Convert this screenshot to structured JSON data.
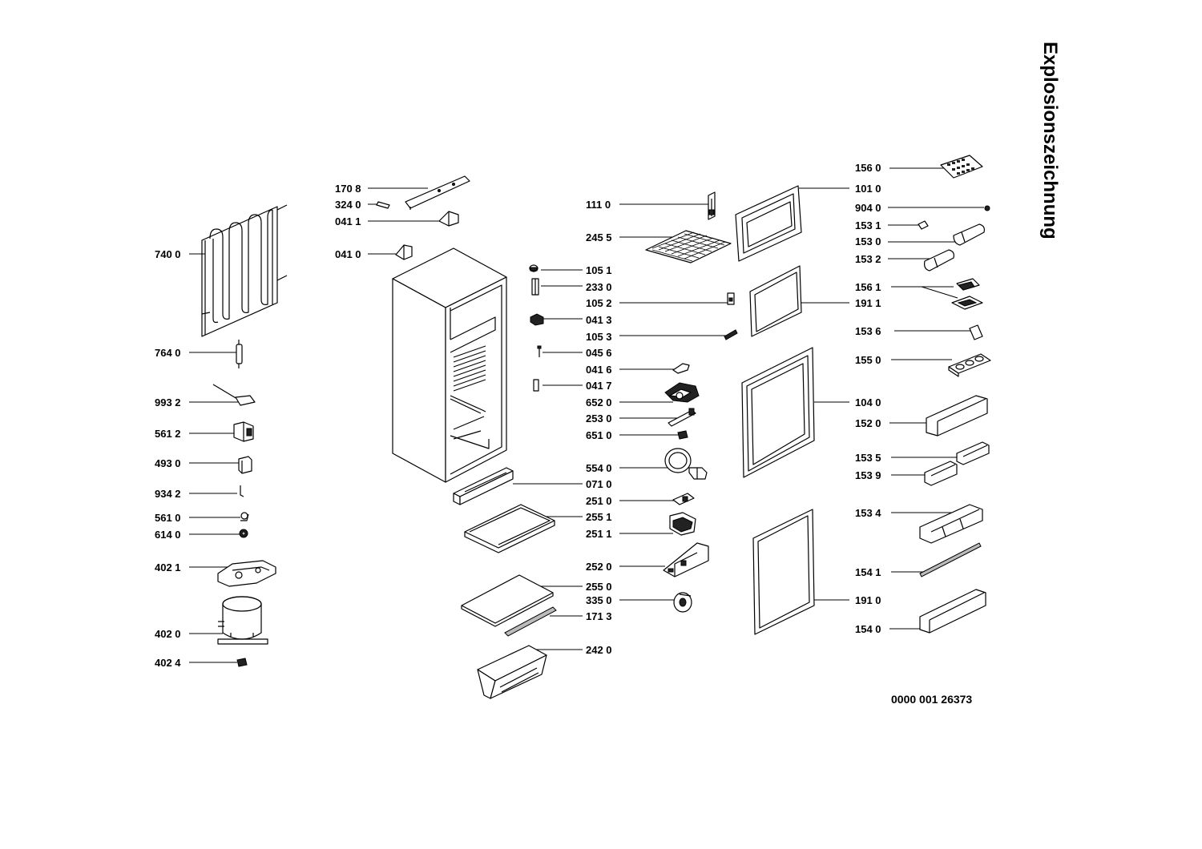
{
  "title": "Explosionszeichnung",
  "document_number": "0000 001 26373",
  "labels": {
    "l7400": "740 0",
    "l7640": "764 0",
    "l9932": "993 2",
    "l5612": "561 2",
    "l4930": "493 0",
    "l9342": "934 2",
    "l5610": "561 0",
    "l6140": "614 0",
    "l4021": "402 1",
    "l4020": "402 0",
    "l4024": "402 4",
    "l1708": "170 8",
    "l3240": "324 0",
    "l0411": "041 1",
    "l0410": "041 0",
    "l1110": "111 0",
    "l2455": "245 5",
    "l1051": "105 1",
    "l2330": "233 0",
    "l1052": "105 2",
    "l0413": "041 3",
    "l1053": "105 3",
    "l0456": "045 6",
    "l0416": "041 6",
    "l0417": "041 7",
    "l6520": "652 0",
    "l2530": "253 0",
    "l6510": "651 0",
    "l5540": "554 0",
    "l0710": "071 0",
    "l2510": "251 0",
    "l2551": "255 1",
    "l2511": "251 1",
    "l2520": "252 0",
    "l2550": "255 0",
    "l3350": "335 0",
    "l1713": "171 3",
    "l2420": "242 0",
    "l1560": "156 0",
    "l1010": "101 0",
    "l9040": "904 0",
    "l1531": "153 1",
    "l1530": "153 0",
    "l1532": "153 2",
    "l1561": "156 1",
    "l1911": "191 1",
    "l1536": "153 6",
    "l1550": "155 0",
    "l1040": "104 0",
    "l1520": "152 0",
    "l1535": "153 5",
    "l1539": "153 9",
    "l1534": "153 4",
    "l1541": "154 1",
    "l1910": "191 0",
    "l1540": "154 0"
  }
}
